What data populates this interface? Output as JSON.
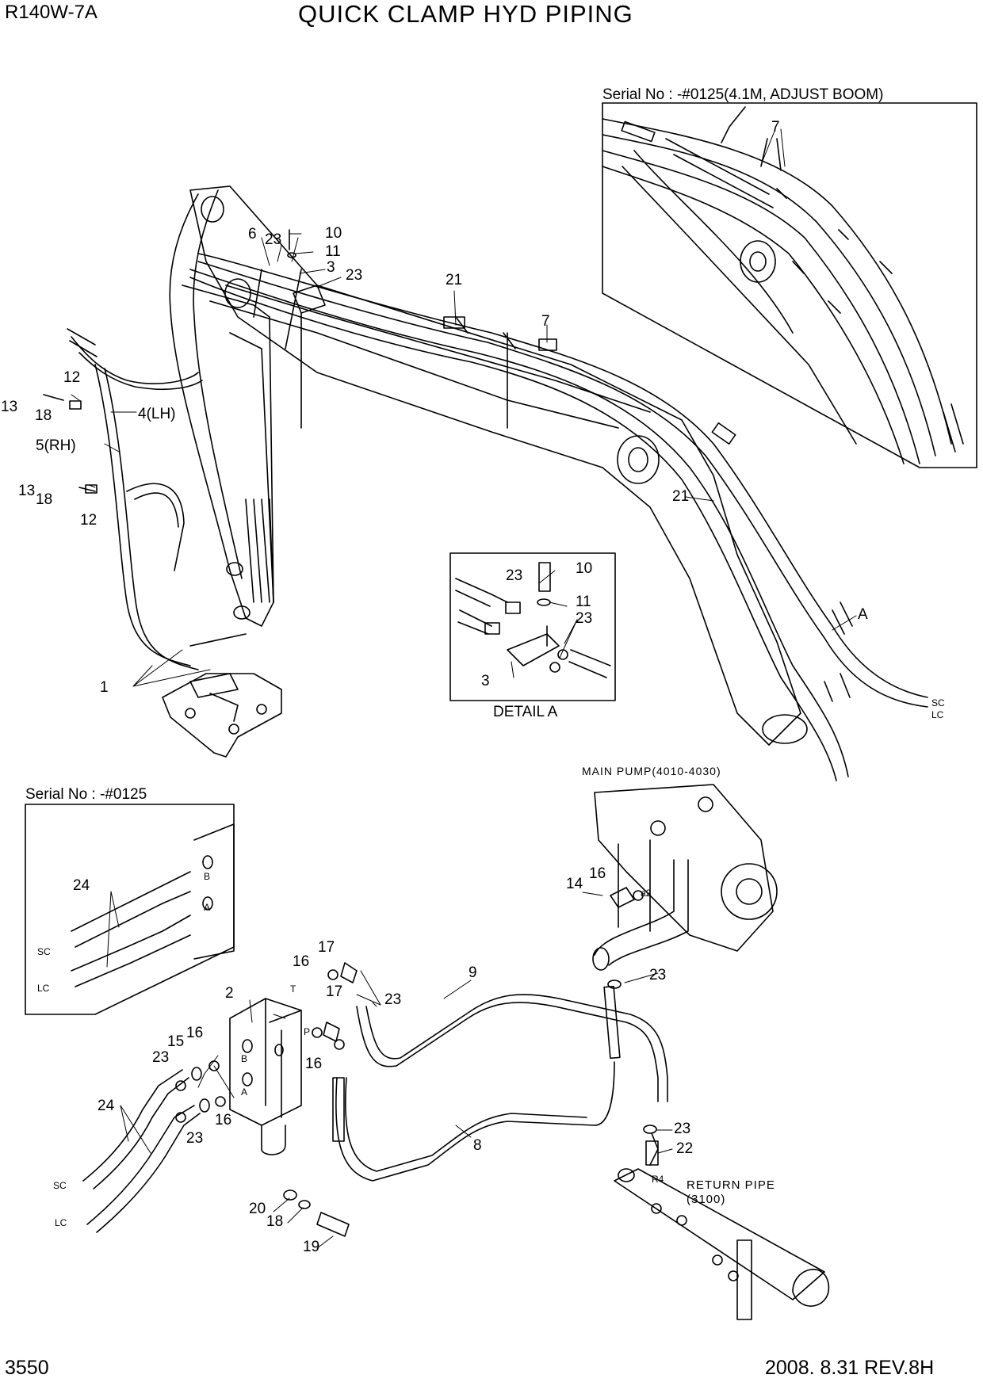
{
  "header": {
    "model": "R140W-7A",
    "title": "QUICK CLAMP HYD PIPING"
  },
  "footer": {
    "page_number": "3550",
    "revision": "2008. 8.31  REV.8H"
  },
  "insets": {
    "serial_boom": "Serial No : -#0125(4.1M, ADJUST BOOM)",
    "serial_valve": "Serial No : -#0125",
    "detail_label": "DETAIL  A"
  },
  "components": {
    "main_pump": "MAIN PUMP(4010-4030)",
    "return_pipe_line1": "RETURN PIPE",
    "return_pipe_line2": "(3100)"
  },
  "line_labels": {
    "sc": "SC",
    "lc": "LC",
    "port_a": "A",
    "port_b": "B",
    "port_t": "T",
    "port_p": "P",
    "port_a2": "a2",
    "port_r4": "R4"
  },
  "callouts": {
    "c1": "1",
    "c2": "2",
    "c3": "3",
    "c4": "4(LH)",
    "c5": "5(RH)",
    "c6": "6",
    "c7": "7",
    "c8": "8",
    "c9": "9",
    "c10": "10",
    "c11": "11",
    "c12": "12",
    "c13": "13",
    "c14": "14",
    "c15": "15",
    "c16": "16",
    "c17": "17",
    "c18": "18",
    "c19": "19",
    "c20": "20",
    "c21": "21",
    "c22": "22",
    "c23": "23",
    "c24": "24",
    "detail_a": "A"
  }
}
